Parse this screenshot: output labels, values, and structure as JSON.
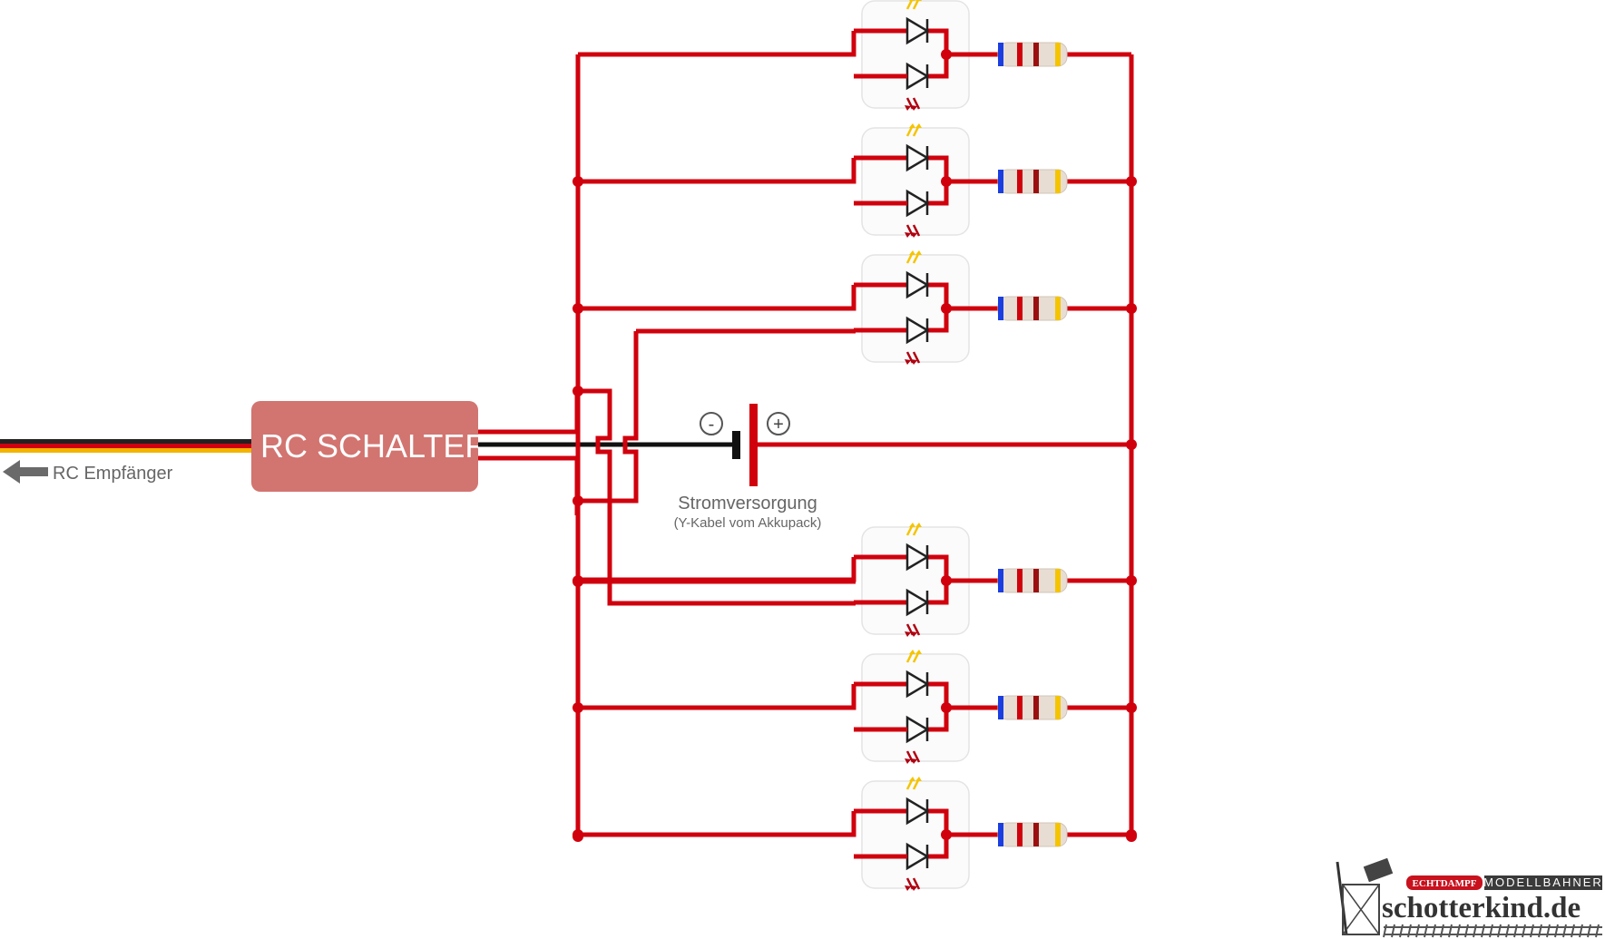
{
  "labels": {
    "switch": "RC SCHALTER",
    "receiver": "RC Empfänger",
    "power": "Stromversorgung",
    "power_sub": "(Y-Kabel vom Akkupack)",
    "minus": "-",
    "plus": "+"
  },
  "logo": {
    "badge": "ECHTDAMPF",
    "tagline": "MODELLBAHNER",
    "site": "schotterkind.de"
  },
  "colors": {
    "wire": "#d0000d",
    "rc_box": "#d27470",
    "cable": [
      "#222222",
      "#d0000d",
      "#f3b400"
    ],
    "led_yellow": "#f5c400",
    "led_red": "#b00010",
    "resistor_bands": [
      "#1a3ee0",
      "#d0000d",
      "#9a1010",
      "#f5c400"
    ]
  },
  "led_groups": 6,
  "icons": [
    "arrow-left-icon",
    "led-icon",
    "resistor-icon",
    "battery-icon",
    "minus-icon",
    "plus-icon"
  ]
}
